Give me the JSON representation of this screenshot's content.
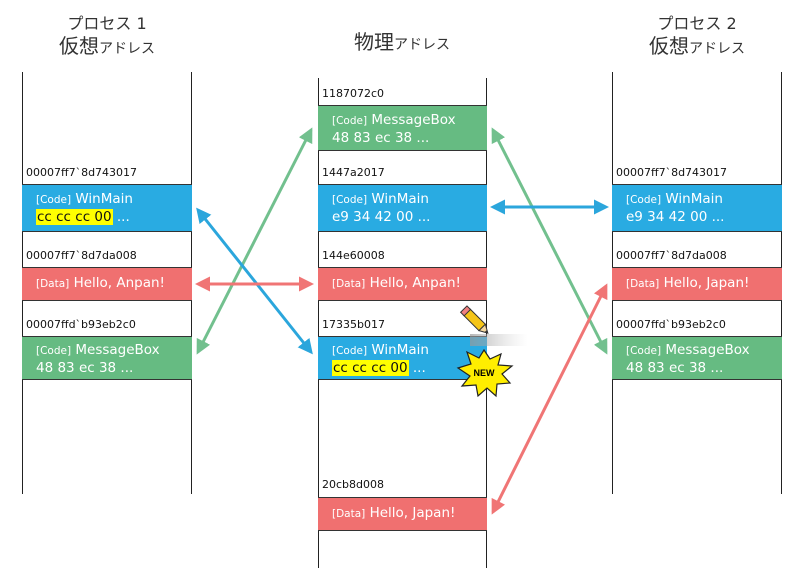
{
  "columns": {
    "p1": {
      "line1": "プロセス 1",
      "line2_big": "仮想",
      "line2_small": "アドレス"
    },
    "phys": {
      "big": "物理",
      "small": "アドレス"
    },
    "p2": {
      "line1": "プロセス 2",
      "line2_big": "仮想",
      "line2_small": "アドレス"
    }
  },
  "p1_blocks": [
    {
      "addr": "00007ff7`8d743017",
      "tag": "[Code]",
      "title": "WinMain",
      "line2_hl": "cc cc cc 00",
      "line2_rest": " ..."
    },
    {
      "addr": "00007ff7`8d7da008",
      "tag": "[Data]",
      "title": "Hello, Anpan!"
    },
    {
      "addr": "00007ffd`b93eb2c0",
      "tag": "[Code]",
      "title": "MessageBox",
      "line2": "48 83 ec 38 ..."
    }
  ],
  "phys_blocks": [
    {
      "addr": "1187072c0",
      "tag": "[Code]",
      "title": "MessageBox",
      "line2": "48 83 ec 38 ..."
    },
    {
      "addr": "1447a2017",
      "tag": "[Code]",
      "title": "WinMain",
      "line2": "e9 34 42 00 ..."
    },
    {
      "addr": "144e60008",
      "tag": "[Data]",
      "title": "Hello, Anpan!"
    },
    {
      "addr": "17335b017",
      "tag": "[Code]",
      "title": "WinMain",
      "line2_hl": "cc cc cc 00",
      "line2_rest": " ..."
    },
    {
      "addr": "20cb8d008",
      "tag": "[Data]",
      "title": "Hello, Japan!"
    }
  ],
  "p2_blocks": [
    {
      "addr": "00007ff7`8d743017",
      "tag": "[Code]",
      "title": "WinMain",
      "line2": "e9 34 42 00 ..."
    },
    {
      "addr": "00007ff7`8d7da008",
      "tag": "[Data]",
      "title": "Hello, Japan!"
    },
    {
      "addr": "00007ffd`b93eb2c0",
      "tag": "[Code]",
      "title": "MessageBox",
      "line2": "48 83 ec 38 ..."
    }
  ],
  "badge": {
    "text": "NEW",
    "color": "#ffee00",
    "icon": "pencil-icon"
  },
  "colors": {
    "blue_block": "#29abe2",
    "green_block": "#66bb82",
    "red_block": "#f07070",
    "blue_arrow": "#2ba6dc",
    "green_arrow": "#72c08e",
    "red_arrow": "#f07575",
    "highlight": "#ffff00"
  }
}
